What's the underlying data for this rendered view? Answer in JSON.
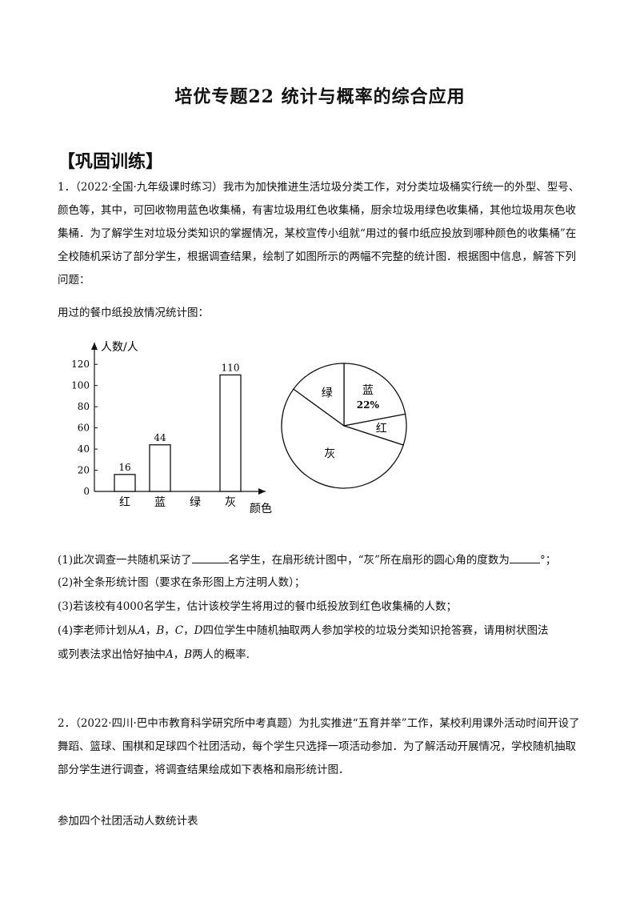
{
  "title": "培优专题22  统计与概率的综合应用",
  "section": "【巩固训练】",
  "q1": {
    "intro": "1．（2022·全国·九年级课时练习）我市为加快推进生活垃圾分类工作，对分类垃圾桶实行统一的外型、型号、颜色等，其中，可回收物用蓝色收集桶，有害垃圾用红色收集桶，厨余垃圾用绿色收集桶，其他垃圾用灰色收集桶．为了解学生对垃圾分类知识的掌握情况，某校宣传小组就“用过的餐巾纸应投放到哪种颜色的收集桶”在全校随机采访了部分学生，根据调查结果，绘制了如图所示的两幅不完整的统计图．根据图中信息，解答下列问题：",
    "chart_caption": "用过的餐巾纸投放情况统计图：",
    "sub1_a": "(1)此次调查一共随机采访了",
    "sub1_b": "名学生，在扇形统计图中，“灰”所在扇形的圆心角的度数为",
    "sub1_c": "°；",
    "sub2": "(2)补全条形统计图（要求在条形图上方注明人数）；",
    "sub3": "(3)若该校有4000名学生，估计该校学生将用过的餐巾纸投放到红色收集桶的人数；",
    "sub4_a": "(4)李老师计划从",
    "sub4_b": "四位学生中随机抽取两人参加学校的垃圾分类知识抢答赛，请用树状图法",
    "sub4_c": "或列表法求出恰好抽中",
    "sub4_d": "两人的概率.",
    "letters": [
      "A",
      "B",
      "C",
      "D"
    ],
    "sep": "，"
  },
  "q2": {
    "intro": "2．（2022·四川·巴中市教育科学研究所中考真题）为扎实推进“五育并举”工作，某校利用课外活动时间开设了舞蹈、篮球、围棋和足球四个社团活动，每个学生只选择一项活动参加．为了解活动开展情况，学校随机抽取部分学生进行调查，将调查结果绘成如下表格和扇形统计图．",
    "table_caption": "参加四个社团活动人数统计表"
  },
  "chart_data": [
    {
      "type": "bar",
      "ylabel": "人数/人",
      "xlabel": "颜色",
      "categories": [
        "红",
        "蓝",
        "绿",
        "灰"
      ],
      "values": [
        16,
        44,
        null,
        110
      ],
      "data_labels": [
        "16",
        "44",
        "",
        "110"
      ],
      "yticks": [
        0,
        20,
        40,
        60,
        80,
        100,
        120
      ],
      "ylim": [
        0,
        130
      ]
    },
    {
      "type": "pie",
      "labels": [
        "蓝",
        "红",
        "灰",
        "绿"
      ],
      "values": [
        22,
        8,
        55,
        15
      ],
      "value_labels": [
        "22%",
        "",
        "",
        ""
      ]
    }
  ]
}
